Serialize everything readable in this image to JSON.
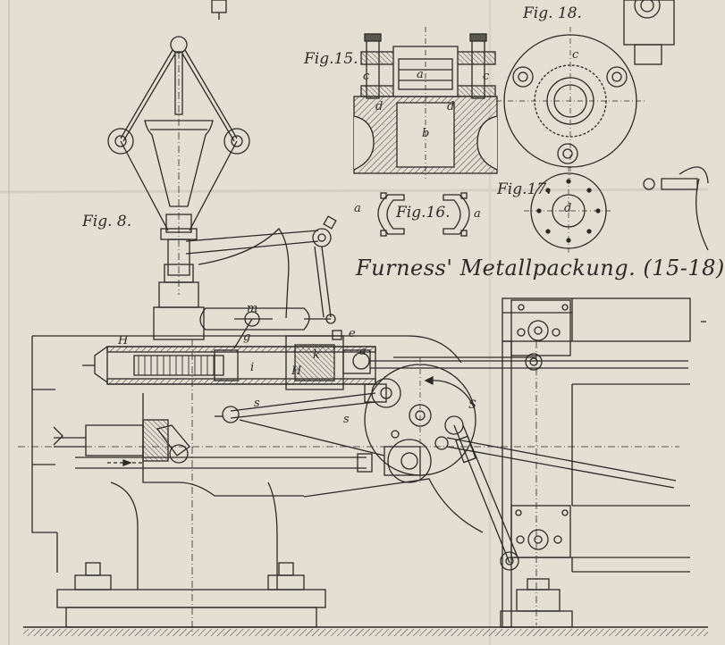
{
  "figures": {
    "fig8": "Fig. 8.",
    "fig15": "Fig.15.",
    "fig16": "Fig.16.",
    "fig17": "Fig.17.",
    "fig18": "Fig. 18."
  },
  "title": "Furness' Metallpackung. (15-18)",
  "letters": {
    "a": "a",
    "b": "b",
    "c": "c",
    "d": "d",
    "H": "H",
    "k": "k",
    "i": "i",
    "m": "m",
    "g": "g",
    "e": "e",
    "s": "s",
    "s1": "s",
    "S": "S"
  }
}
